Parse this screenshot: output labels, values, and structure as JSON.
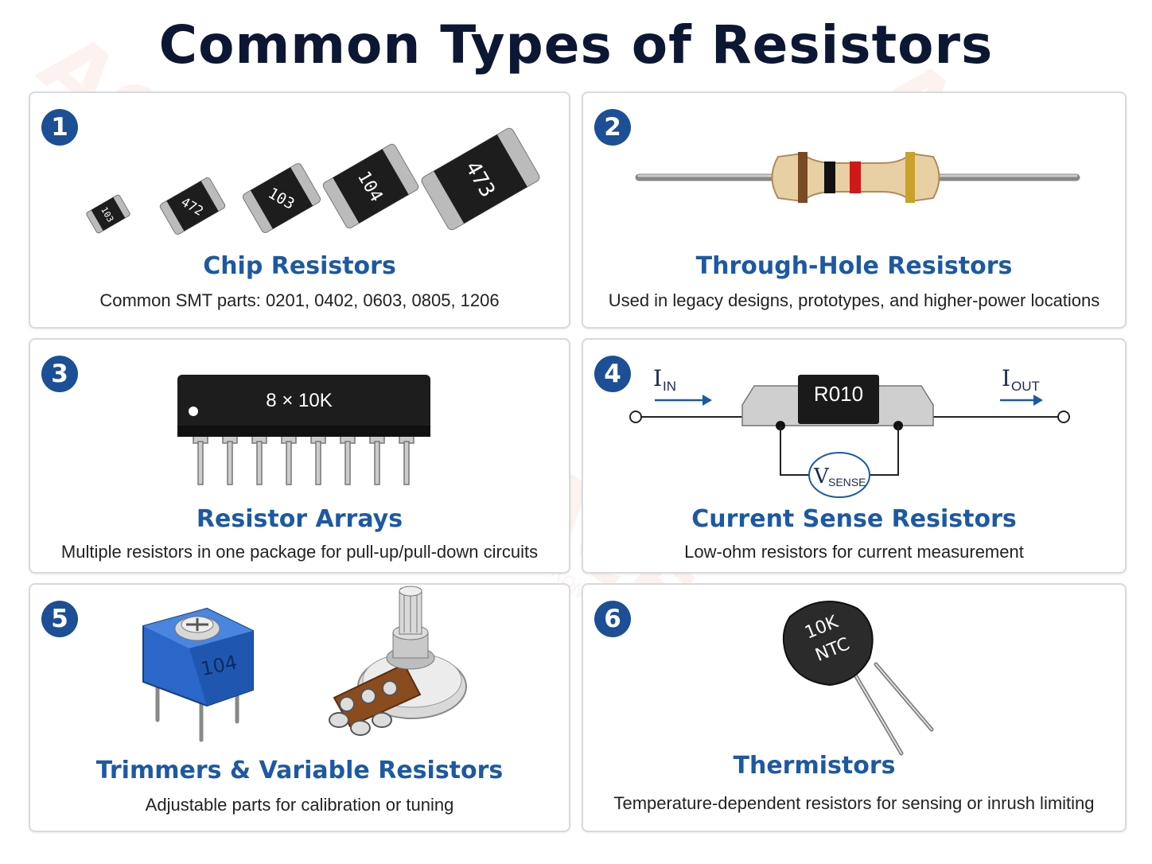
{
  "title": "Common Types of Resistors",
  "colors": {
    "title": "#0c1733",
    "heading": "#1d59a3",
    "badge": "#1c4f95",
    "border": "#d7dade"
  },
  "cards": [
    {
      "number": "1",
      "heading": "Chip Resistors",
      "desc": "Common SMT parts: 0201, 0402, 0603, 0805, 1206",
      "chip_codes": [
        "103",
        "472",
        "103",
        "104",
        "473"
      ]
    },
    {
      "number": "2",
      "heading": "Through-Hole Resistors",
      "desc": "Used in legacy designs, prototypes, and higher-power locations"
    },
    {
      "number": "3",
      "heading": "Resistor Arrays",
      "desc": "Multiple resistors in one package for pull-up/pull-down circuits",
      "package_label": "8 × 10K"
    },
    {
      "number": "4",
      "heading": "Current Sense Resistors",
      "desc": "Low-ohm resistors for current measurement",
      "resistor_label": "R010",
      "i_in": "I",
      "i_in_sub": "IN",
      "i_out": "I",
      "i_out_sub": "OUT",
      "v_sense": "V",
      "v_sense_sub": "SENSE"
    },
    {
      "number": "5",
      "heading": "Trimmers & Variable Resistors",
      "desc": "Adjustable parts for calibration or tuning",
      "trimmer_label": "104"
    },
    {
      "number": "6",
      "heading": "Thermistors",
      "desc": "Temperature-dependent resistors for sensing or inrush limiting",
      "thermistor_line1": "10K",
      "thermistor_line2": "NTC"
    }
  ],
  "watermark": {
    "brand": "ACE",
    "sub": "ELECTRONICS"
  }
}
